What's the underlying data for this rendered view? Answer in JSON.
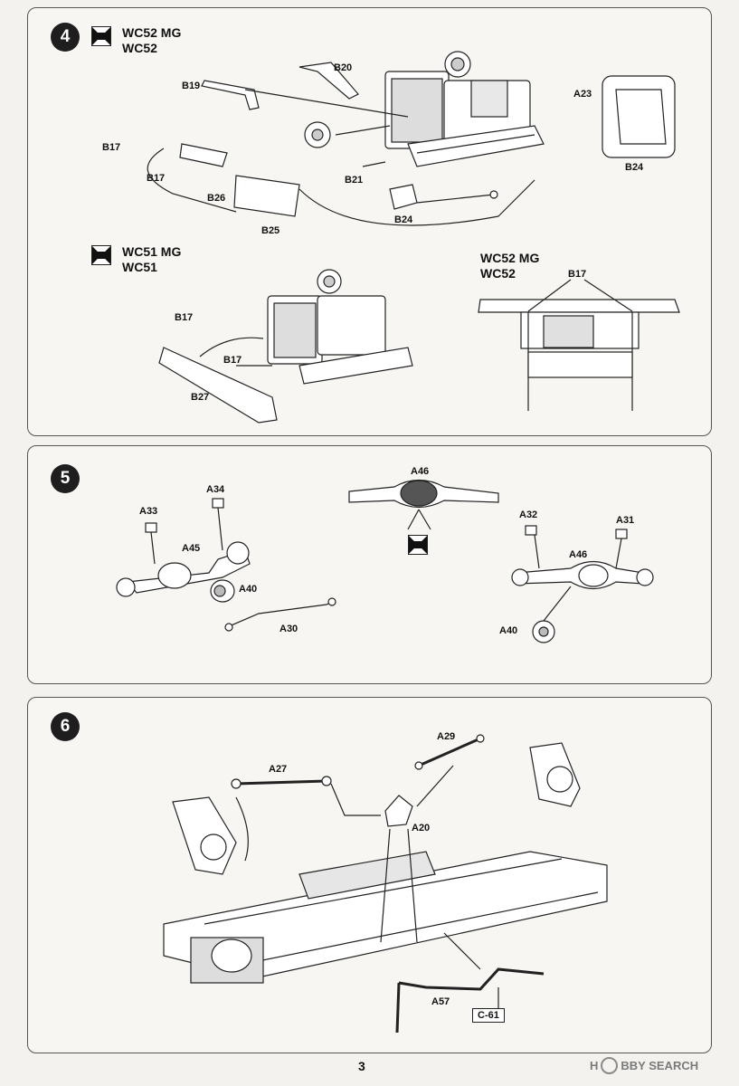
{
  "steps": {
    "s4": {
      "number": "4",
      "variant_a": [
        "WC52 MG",
        "WC52"
      ],
      "variant_b": [
        "WC51 MG",
        "WC51"
      ],
      "variant_c": [
        "WC52 MG",
        "WC52"
      ],
      "callouts": [
        "B20",
        "B19",
        "A23",
        "B17",
        "B17",
        "B21",
        "B26",
        "B25",
        "B24",
        "B24",
        "B17",
        "B17",
        "B17",
        "B27"
      ]
    },
    "s5": {
      "number": "5",
      "callouts": [
        "A46",
        "A34",
        "A33",
        "A45",
        "A40",
        "A30",
        "A32",
        "A31",
        "A46",
        "A40"
      ]
    },
    "s6": {
      "number": "6",
      "callouts": [
        "A29",
        "A27",
        "A20",
        "A57",
        "C-61"
      ]
    }
  },
  "page_number": "3",
  "watermark": {
    "brand": "H",
    "text": "BBY SEARCH"
  }
}
